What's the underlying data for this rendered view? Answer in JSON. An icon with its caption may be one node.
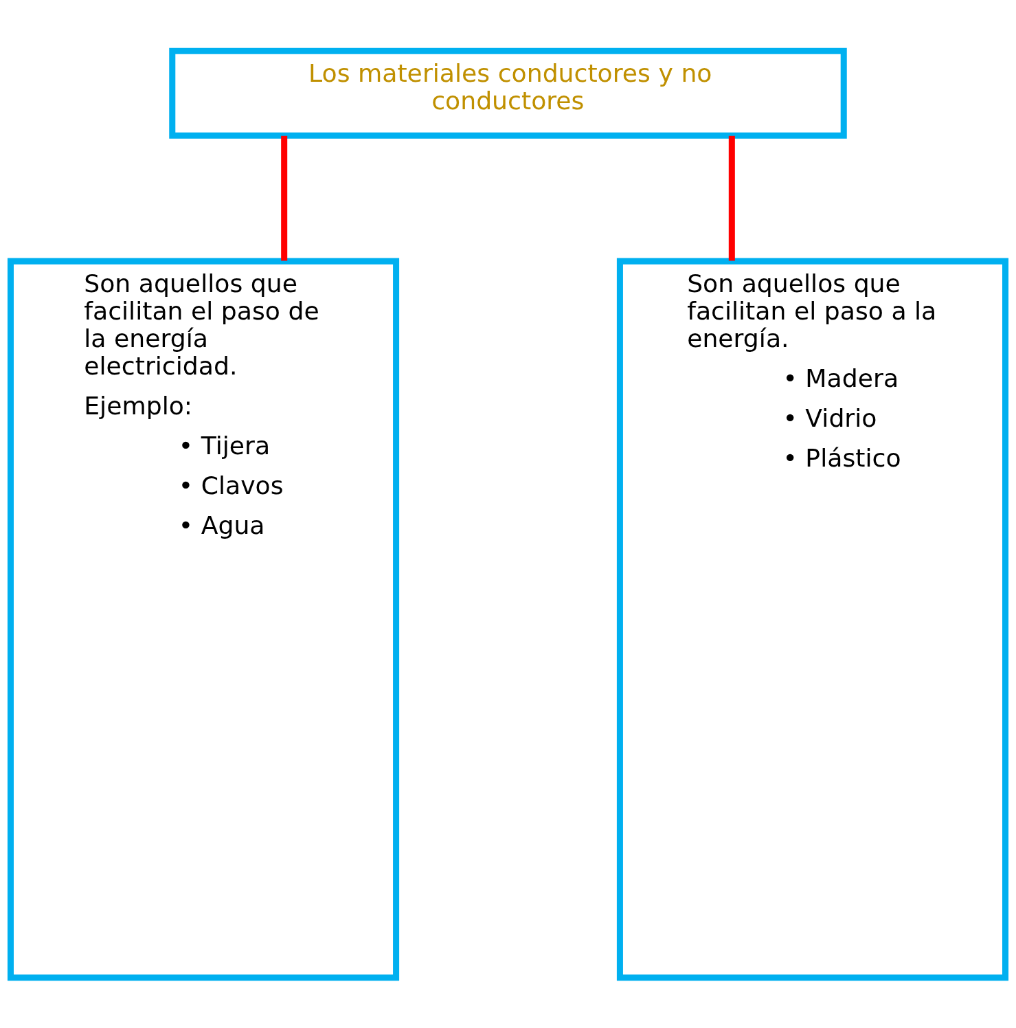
{
  "diagram": {
    "nodes": [
      {
        "text": [
          "Los materiales conductores y no conductores"
        ]
      },
      {
        "text": [
          "Son aquellos que facilitan el paso de la energía electricidad.",
          "Ejemplo:",
          "• Tijera",
          "• Clavos",
          "• Agua"
        ]
      },
      {
        "text": [
          "Son aquellos que facilitan el paso a la energía.",
          "• Madera",
          "• Vidrio",
          "• Plástico"
        ]
      }
    ],
    "edges": [
      {
        "from": 0,
        "to": 1,
        "arrow": "none",
        "color": "#ff0000"
      },
      {
        "from": 0,
        "to": 2,
        "arrow": "none",
        "color": "#ff0000"
      }
    ]
  }
}
